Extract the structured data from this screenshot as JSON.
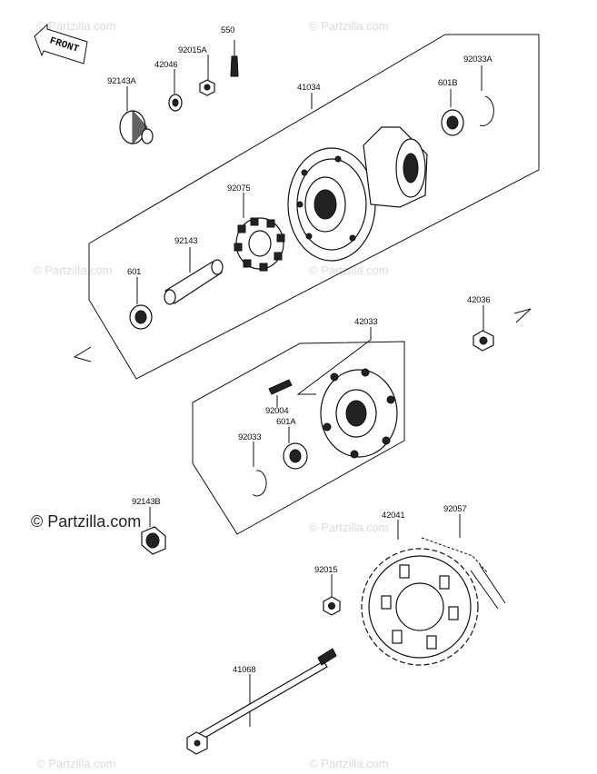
{
  "watermark": {
    "text": "© Partzilla.com",
    "main": "© Partzilla.com"
  },
  "front_label": "FRONT",
  "parts": {
    "p550": "550",
    "p92015A": "92015A",
    "p42046": "42046",
    "p92143A": "92143A",
    "p41034": "41034",
    "p601B": "601B",
    "p92033A": "92033A",
    "p92075": "92075",
    "p92143": "92143",
    "p601": "601",
    "p42036": "42036",
    "p42033": "42033",
    "p92004": "92004",
    "p601A": "601A",
    "p92033": "92033",
    "p92143B": "92143B",
    "p42041": "42041",
    "p92057": "92057",
    "p92015": "92015",
    "p41068": "41068"
  }
}
